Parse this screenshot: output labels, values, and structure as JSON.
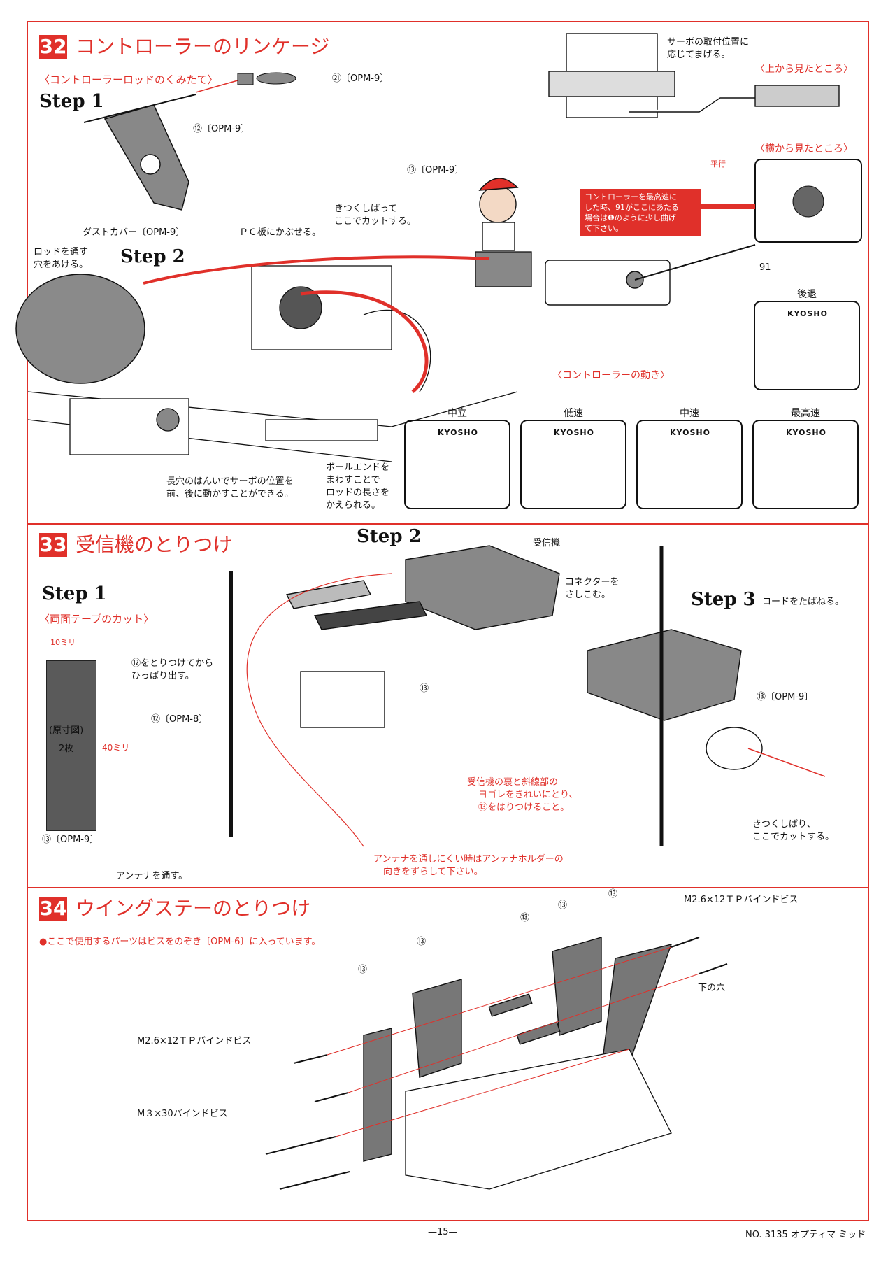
{
  "s32": {
    "num": "32",
    "title": "コントローラーのリンケージ",
    "sub1": "〈コントローラーロッドのくみたて〉",
    "step1": "Step 1",
    "step2": "Step 2",
    "part91": "㉑〔OPM-9〕",
    "part120": "⑫〔OPM-9〕",
    "part133": "⑬〔OPM-9〕",
    "dustcover": "ダストカバー〔OPM-9〕",
    "rodhole": [
      "ロッドを通す",
      "穴をあける。"
    ],
    "pcboard": "ＰＣ板にかぶせる。",
    "tighten": [
      "きつくしばって",
      "ここでカットする。"
    ],
    "longhole": [
      "長穴のはんいでサーボの位置を",
      "前、後に動かすことができる。"
    ],
    "ballend": [
      "ボールエンドを",
      "まわすことで",
      "ロッドの長さを",
      "かえられる。"
    ],
    "servobend": [
      "サーボの取付位置に",
      "応じてまげる。"
    ],
    "topview": "〈上から見たところ〉",
    "sideview": "〈横から見たところ〉",
    "parallel": "平行",
    "callout": [
      "コントローラーを最高速に",
      "した時、91がここにあたる",
      "場合は❶のように少し曲げ",
      "て下さい。"
    ],
    "marker91": "91",
    "motion": "〈コントローラーの動き〉",
    "panels": [
      {
        "label": "後退",
        "brand": "KYOSHO"
      },
      {
        "label": "中立",
        "brand": "KYOSHO"
      },
      {
        "label": "低速",
        "brand": "KYOSHO"
      },
      {
        "label": "中速",
        "brand": "KYOSHO"
      },
      {
        "label": "最高速",
        "brand": "KYOSHO"
      }
    ]
  },
  "s33": {
    "num": "33",
    "title": "受信機のとりつけ",
    "step1": "Step 1",
    "step2": "Step 2",
    "step3": "Step 3",
    "tapecut": "〈両面テープのカット〉",
    "w10": "10ミリ",
    "h40": "40ミリ",
    "fullsize": "(原寸図)",
    "qty": "2枚",
    "part130": "⑬〔OPM-9〕",
    "part130b": "⑬",
    "part132": "⑫〔OPM-8〕",
    "pullout": [
      "⑫をとりつけてから",
      "ひっぱり出す。"
    ],
    "receiver": "受信機",
    "connector": [
      "コネクターを",
      "さしこむ。"
    ],
    "bundle": "コードをたばねる。",
    "part133": "⑬〔OPM-9〕",
    "clean": [
      "受信機の裏と斜線部の",
      "ヨゴレをきれいにとり、",
      "⑬をはりつけること。"
    ],
    "antenna_note": [
      "アンテナを通しにくい時はアンテナホルダーの",
      "向きをずらして下さい。"
    ],
    "antenna_pass": "アンテナを通す。",
    "tighten": [
      "きつくしばり、",
      "ここでカットする。"
    ]
  },
  "s34": {
    "num": "34",
    "title": "ウイングステーのとりつけ",
    "note": "●ここで使用するパーツはビスをのぞき〔OPM-6〕に入っています。",
    "screw1": "M2.6×12ＴＰバインドビス",
    "screw2": "M2.6×12ＴＰバインドビス",
    "screw3": "M３×30バインドビス",
    "lowerhole": "下の穴",
    "p134": "⑬",
    "p135": "⑬",
    "p136a": "⑬",
    "p136b": "⑬",
    "p137": "⑬"
  },
  "footer": {
    "page": "—15—",
    "model": "NO. 3135  オプティマ ミッド"
  }
}
